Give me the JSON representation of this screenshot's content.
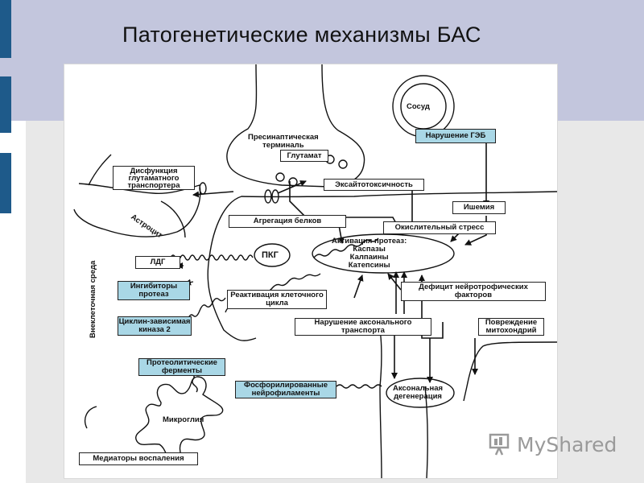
{
  "title": "Патогенетические механизмы БАС",
  "diagram": {
    "vessel": "Сосуд",
    "presynaptic": [
      "Пресинаптическая",
      "терминаль"
    ],
    "glutamate": "Глутамат",
    "bbb_disruption": "Нарушение ГЭБ",
    "glutamate_transporter": [
      "Дисфункция",
      "глутаматного",
      "транспортера"
    ],
    "astrocyte": "Астроцит",
    "excitotoxicity": "Эксайтотоксичность",
    "ischemia": "Ишемия",
    "protein_aggregation": "Агрегация белков",
    "oxidative_stress": "Окислительный стресс",
    "protease_activation": [
      "Активация протеаз:",
      "Каспазы",
      "Калпаины",
      "Катепсины"
    ],
    "pkg": "ПКГ",
    "ldg": "ЛДГ",
    "protease_inhibitors": [
      "Ингибиторы",
      "протеаз"
    ],
    "neurotrophic_deficit": [
      "Дефицит нейротрофических",
      "факторов"
    ],
    "cell_cycle": [
      "Реактивация клеточного",
      "цикла"
    ],
    "cdk2": [
      "Циклин-зависимая",
      "киназа 2"
    ],
    "extracellular": "Внеклеточная среда",
    "axonal_transport": [
      "Нарушение аксонального",
      "транспорта"
    ],
    "mito_damage": [
      "Повреждение",
      "митохондрий"
    ],
    "proteolytic": [
      "Протеолитические",
      "ферменты"
    ],
    "phospho_neuro": [
      "Фосфорилированные",
      "нейрофиламенты"
    ],
    "axonal_degen": [
      "Аксональная",
      "дегенерация"
    ],
    "microglia": "Микроглия",
    "inflammation": "Медиаторы воспаления"
  },
  "watermark": "MyShared",
  "colors": {
    "accent_blue": "#a9d7e6",
    "header_bg": "#c3c6dd",
    "side_bar": "#1e5a8a"
  }
}
